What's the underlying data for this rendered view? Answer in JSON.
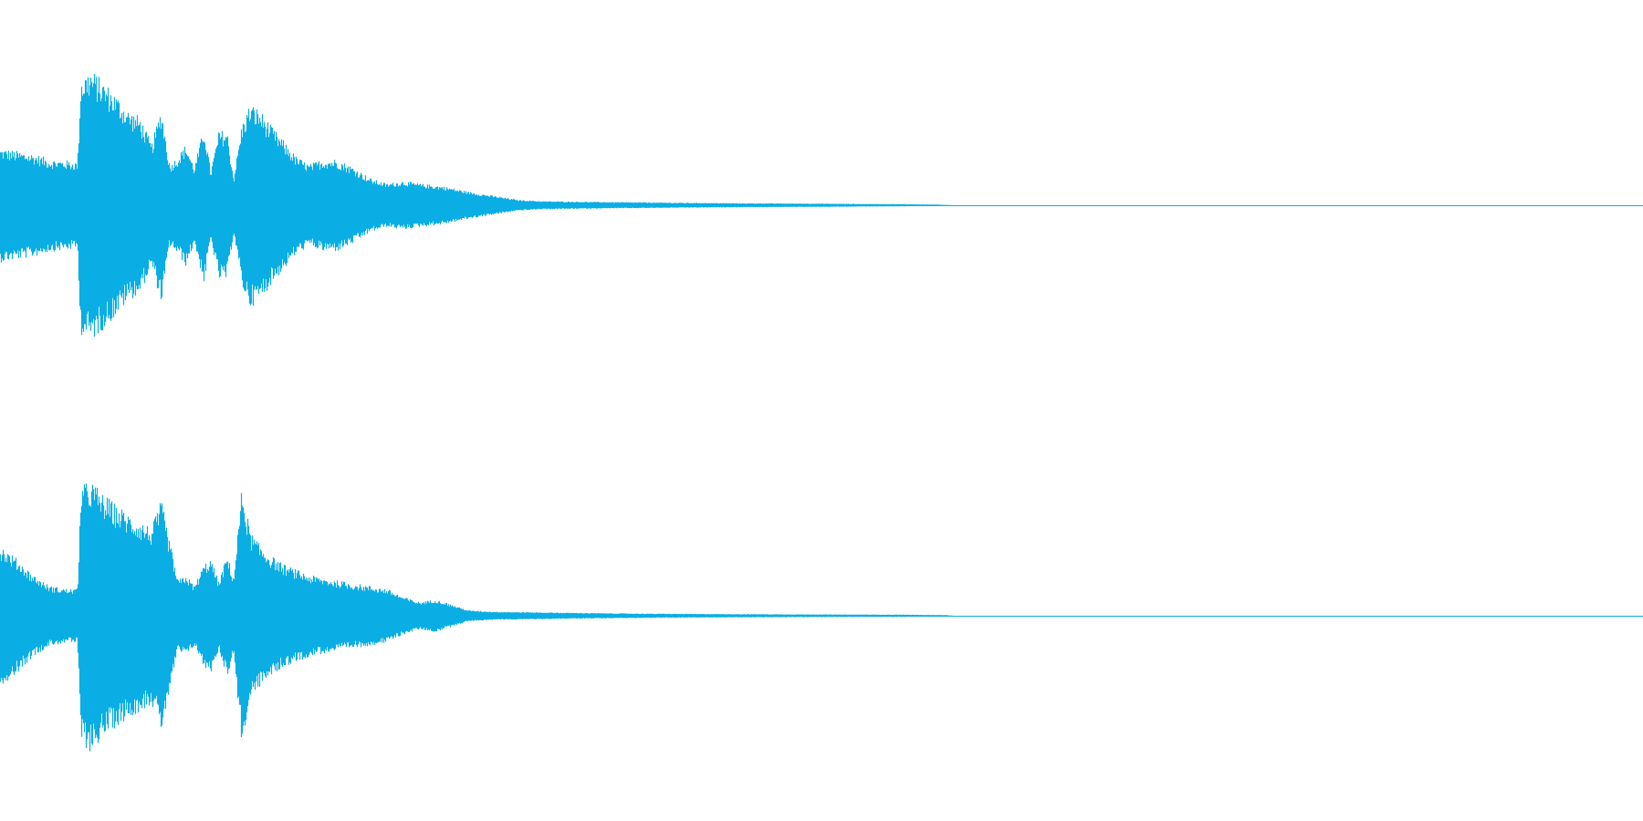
{
  "waveform": {
    "color": "#0aaee4",
    "background": "#ffffff",
    "channels": [
      {
        "name": "",
        "envelope": [
          [
            0.0,
            0.42
          ],
          [
            0.01,
            0.4
          ],
          [
            0.02,
            0.38
          ],
          [
            0.03,
            0.34
          ],
          [
            0.04,
            0.33
          ],
          [
            0.047,
            0.32
          ],
          [
            0.049,
            0.95
          ],
          [
            0.055,
            1.0
          ],
          [
            0.062,
            0.92
          ],
          [
            0.07,
            0.82
          ],
          [
            0.078,
            0.7
          ],
          [
            0.085,
            0.65
          ],
          [
            0.092,
            0.45
          ],
          [
            0.098,
            0.72
          ],
          [
            0.103,
            0.3
          ],
          [
            0.108,
            0.36
          ],
          [
            0.113,
            0.45
          ],
          [
            0.118,
            0.28
          ],
          [
            0.124,
            0.58
          ],
          [
            0.128,
            0.25
          ],
          [
            0.133,
            0.55
          ],
          [
            0.138,
            0.55
          ],
          [
            0.142,
            0.2
          ],
          [
            0.147,
            0.6
          ],
          [
            0.152,
            0.75
          ],
          [
            0.158,
            0.7
          ],
          [
            0.165,
            0.58
          ],
          [
            0.172,
            0.48
          ],
          [
            0.18,
            0.36
          ],
          [
            0.188,
            0.3
          ],
          [
            0.196,
            0.34
          ],
          [
            0.205,
            0.34
          ],
          [
            0.215,
            0.28
          ],
          [
            0.225,
            0.2
          ],
          [
            0.235,
            0.16
          ],
          [
            0.245,
            0.18
          ],
          [
            0.255,
            0.16
          ],
          [
            0.27,
            0.14
          ],
          [
            0.285,
            0.1
          ],
          [
            0.3,
            0.07
          ],
          [
            0.315,
            0.04
          ],
          [
            0.33,
            0.03
          ],
          [
            0.36,
            0.025
          ],
          [
            0.4,
            0.02
          ],
          [
            0.45,
            0.015
          ],
          [
            0.5,
            0.012
          ],
          [
            0.55,
            0.008
          ],
          [
            0.57,
            0.005
          ],
          [
            0.58,
            0.0
          ],
          [
            1.0,
            0.0
          ]
        ]
      },
      {
        "name": "",
        "envelope": [
          [
            0.0,
            0.52
          ],
          [
            0.01,
            0.42
          ],
          [
            0.02,
            0.3
          ],
          [
            0.03,
            0.22
          ],
          [
            0.04,
            0.2
          ],
          [
            0.047,
            0.2
          ],
          [
            0.049,
            0.95
          ],
          [
            0.055,
            1.0
          ],
          [
            0.062,
            0.9
          ],
          [
            0.07,
            0.82
          ],
          [
            0.078,
            0.75
          ],
          [
            0.085,
            0.7
          ],
          [
            0.092,
            0.65
          ],
          [
            0.098,
            0.85
          ],
          [
            0.103,
            0.55
          ],
          [
            0.108,
            0.26
          ],
          [
            0.113,
            0.3
          ],
          [
            0.118,
            0.22
          ],
          [
            0.124,
            0.38
          ],
          [
            0.128,
            0.42
          ],
          [
            0.133,
            0.25
          ],
          [
            0.138,
            0.45
          ],
          [
            0.142,
            0.28
          ],
          [
            0.147,
            0.95
          ],
          [
            0.152,
            0.62
          ],
          [
            0.158,
            0.52
          ],
          [
            0.165,
            0.44
          ],
          [
            0.172,
            0.38
          ],
          [
            0.18,
            0.34
          ],
          [
            0.188,
            0.3
          ],
          [
            0.196,
            0.28
          ],
          [
            0.205,
            0.26
          ],
          [
            0.215,
            0.24
          ],
          [
            0.225,
            0.22
          ],
          [
            0.235,
            0.2
          ],
          [
            0.245,
            0.14
          ],
          [
            0.255,
            0.1
          ],
          [
            0.265,
            0.12
          ],
          [
            0.275,
            0.08
          ],
          [
            0.285,
            0.04
          ],
          [
            0.3,
            0.03
          ],
          [
            0.33,
            0.025
          ],
          [
            0.36,
            0.02
          ],
          [
            0.4,
            0.015
          ],
          [
            0.45,
            0.012
          ],
          [
            0.5,
            0.01
          ],
          [
            0.55,
            0.008
          ],
          [
            0.575,
            0.005
          ],
          [
            0.58,
            0.0
          ],
          [
            1.0,
            0.0
          ]
        ]
      }
    ]
  }
}
